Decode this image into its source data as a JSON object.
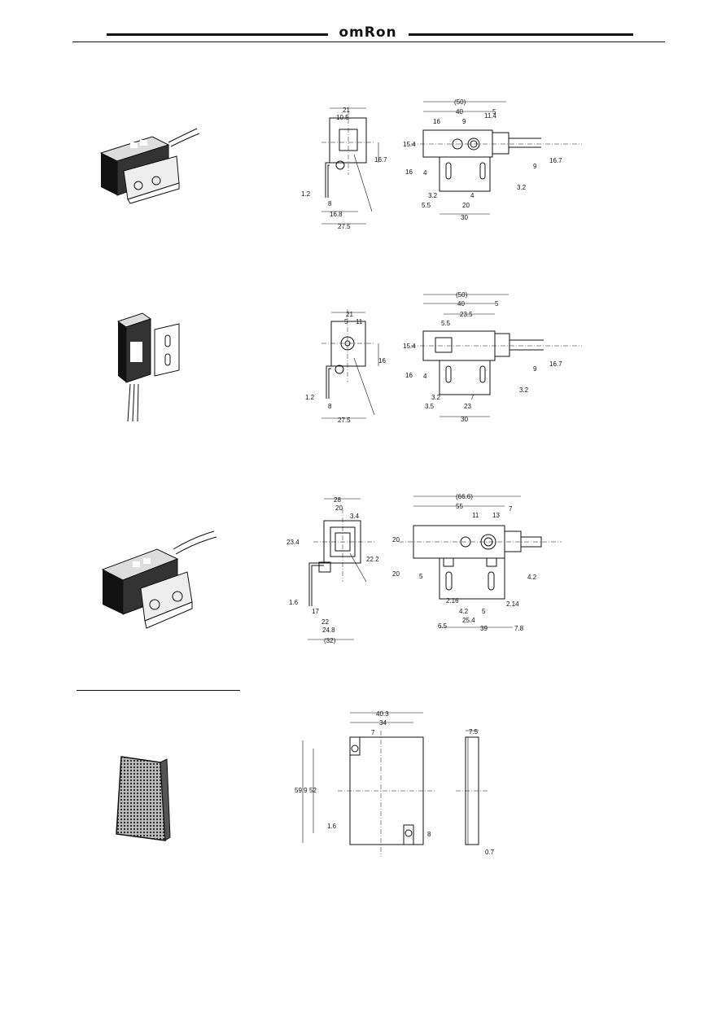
{
  "header": {
    "brand": "omRon"
  },
  "section1": {
    "side": {
      "w": "21",
      "w2": "10.5",
      "h": "16.7",
      "a": "1.2",
      "b": "8",
      "c": "16.8",
      "d": "27.5"
    },
    "front": {
      "top": "(50)",
      "a": "40",
      "b": "5",
      "c": "16",
      "d": "9",
      "e": "11.4",
      "f": "15.4",
      "g": "16.7",
      "h": "16",
      "i": "4",
      "j": "9",
      "k": "3.2",
      "l": "3.2",
      "m": "4",
      "n": "5.5",
      "o": "20",
      "p": "30"
    }
  },
  "section2": {
    "side": {
      "w": "21",
      "a": "5",
      "b": "11",
      "h": "16.7",
      "c": "1.2",
      "d": "8",
      "e": "27.5"
    },
    "front": {
      "top": "(50)",
      "a": "40",
      "b": "5",
      "c": "23.5",
      "d": "5.5",
      "f": "15.4",
      "g": "16.7",
      "h": "16",
      "i": "4",
      "j": "9",
      "k": "3.2",
      "l": "3.2",
      "m": "7",
      "n": "3.5",
      "o": "23",
      "p": "30"
    }
  },
  "section3": {
    "side": {
      "w": "28",
      "a": "20",
      "b": "3.4",
      "h": "23.4",
      "h2": "22.2",
      "c": "1.6",
      "d": "17",
      "e": "22",
      "f": "24.8",
      "g": "(32)"
    },
    "front": {
      "top": "(66.6)",
      "a": "55",
      "b": "11",
      "c": "13",
      "d": "7",
      "f": "20",
      "g": "20",
      "h": "5",
      "i": "4.2",
      "j": "2.16",
      "k": "2.14",
      "l": "4.2",
      "m": "5",
      "n": "25.4",
      "o": "6.5",
      "p": "39",
      "q": "7.8"
    }
  },
  "reflector": {
    "w": "40.3",
    "a": "34",
    "b": "7",
    "h": "59.9",
    "h2": "52",
    "c": "1.6",
    "d": "8",
    "e": "7.5",
    "f": "0.7"
  }
}
